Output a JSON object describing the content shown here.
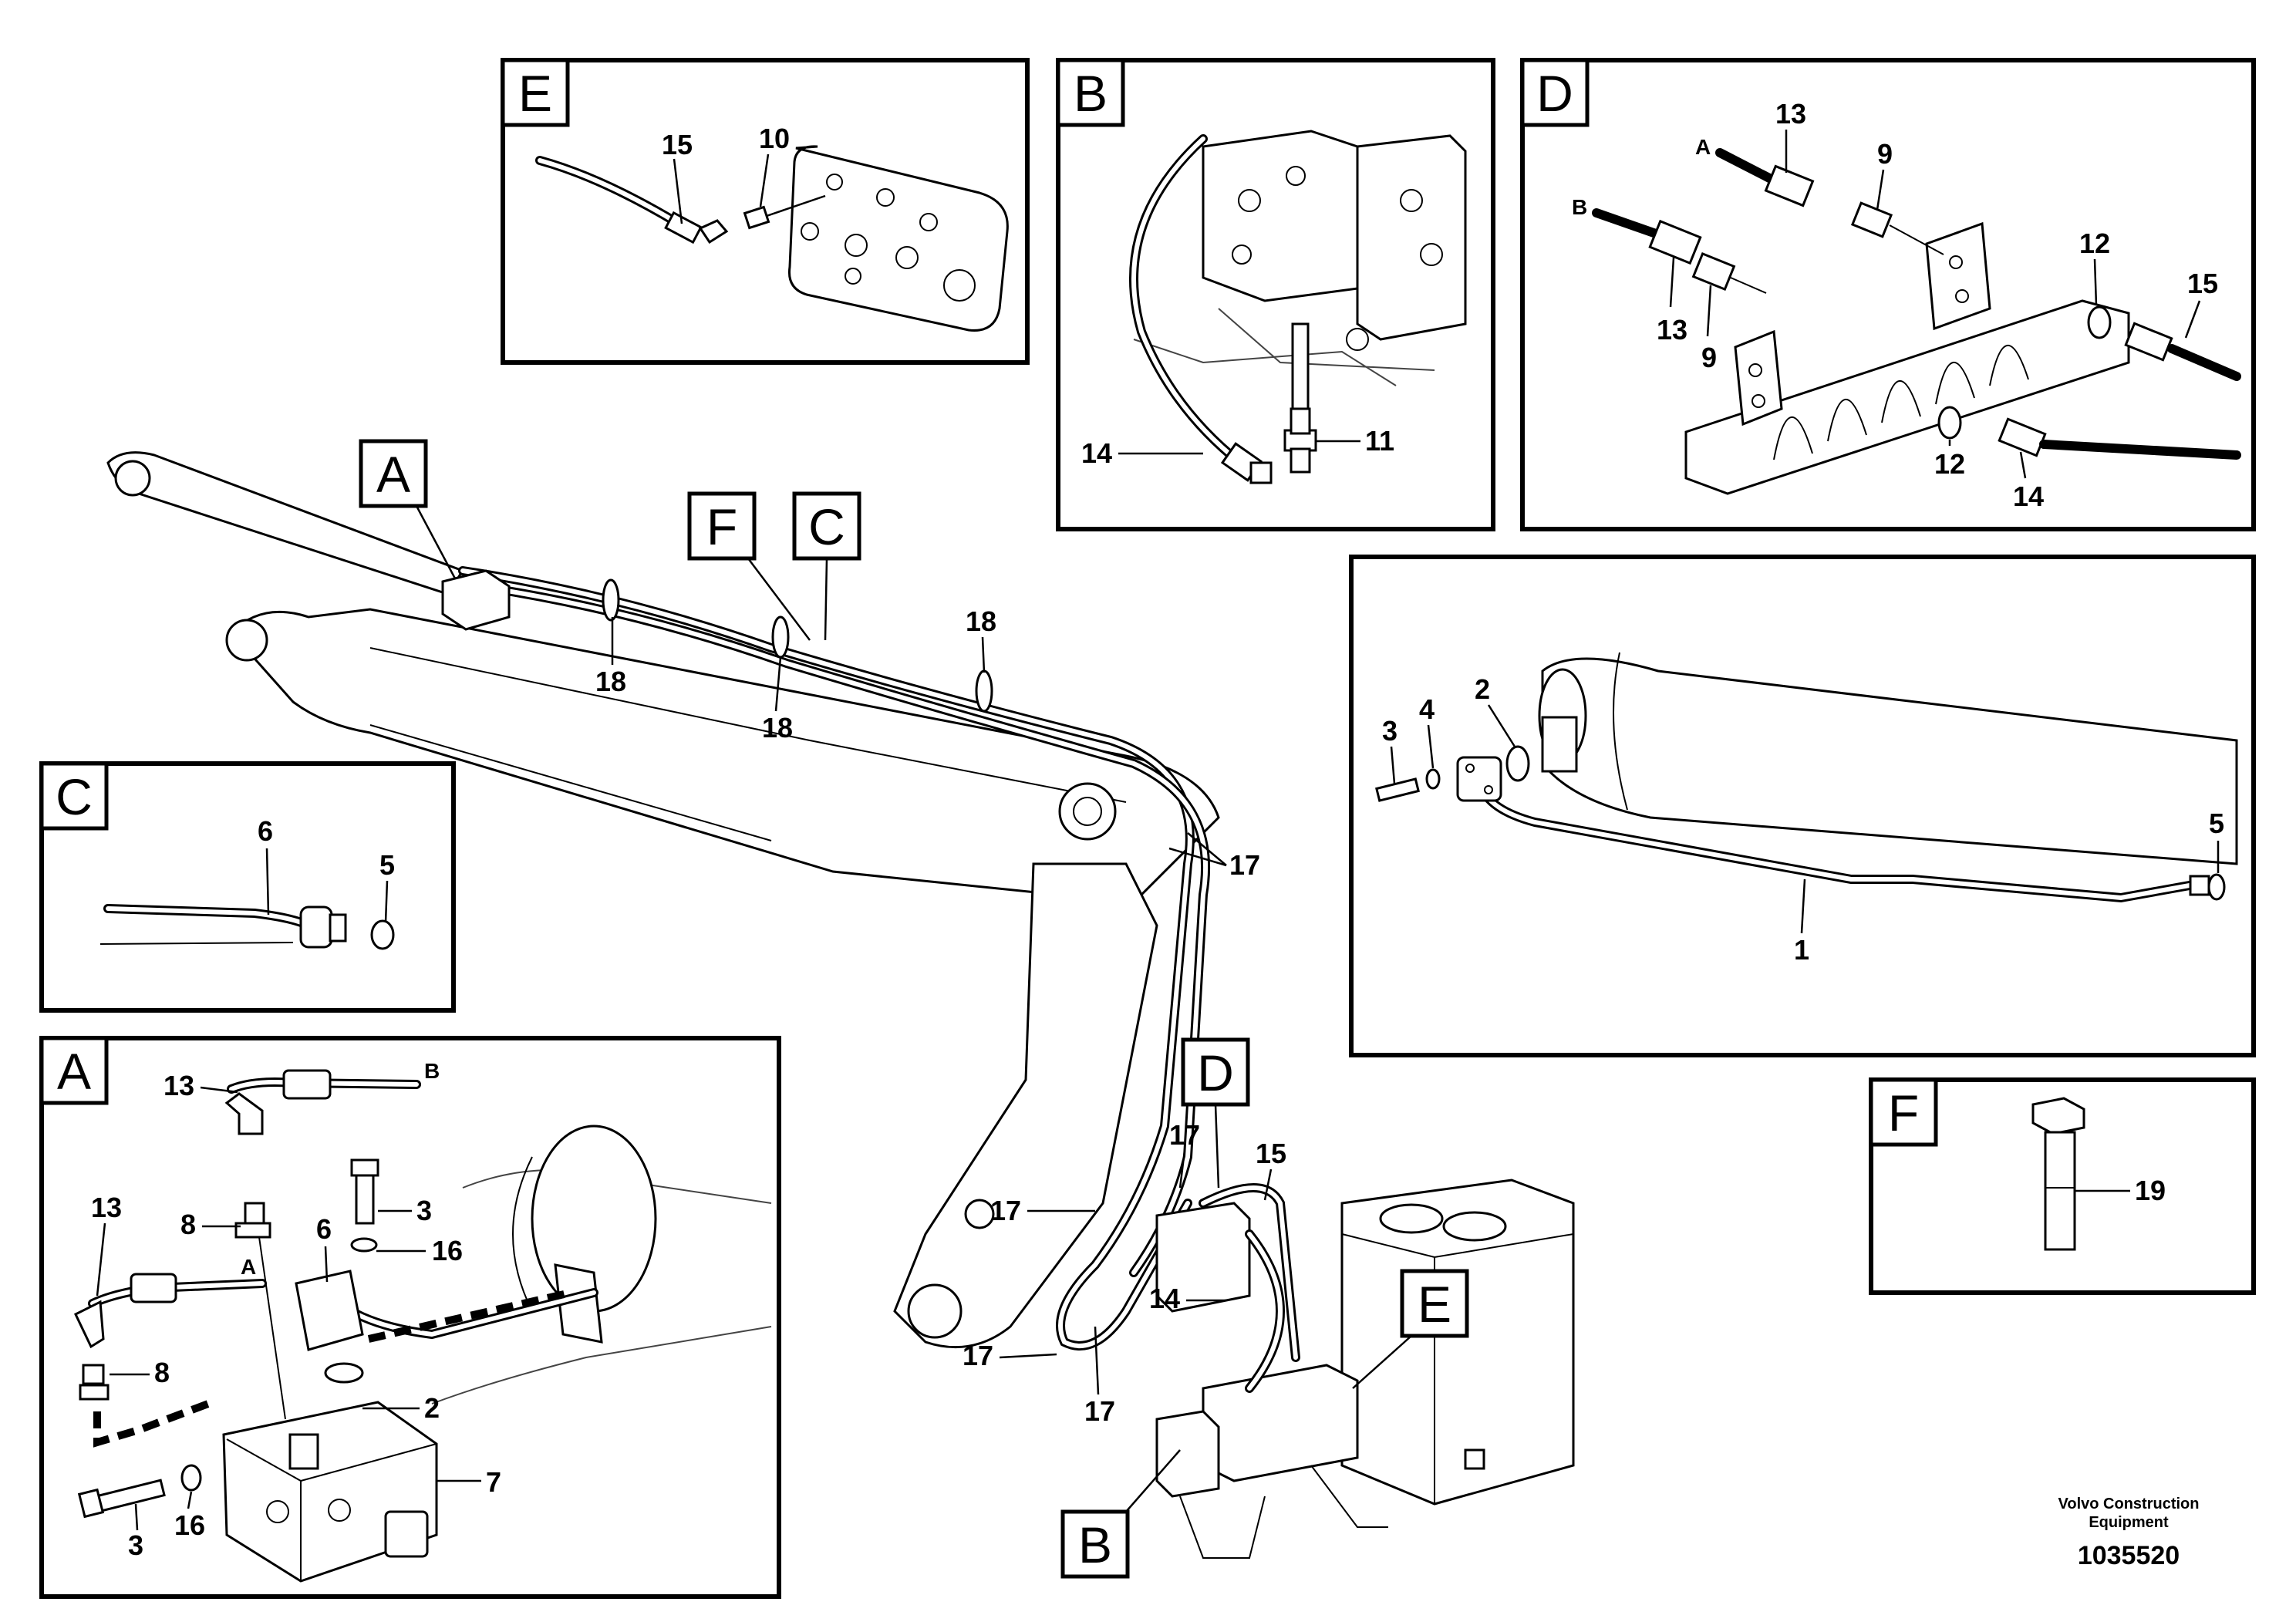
{
  "detail_tags": {
    "E": "E",
    "B": "B",
    "D": "D",
    "C": "C",
    "A": "A",
    "F": "F"
  },
  "main_view": {
    "tags": {
      "A": "A",
      "F": "F",
      "C": "C",
      "D": "D",
      "E": "E",
      "B": "B"
    },
    "callouts": {
      "c18a": "18",
      "c18b": "18",
      "c18c": "18",
      "c17a": "17",
      "c17b": "17",
      "c17c": "17",
      "c17d": "17",
      "c17e": "17",
      "c15": "15",
      "c14": "14"
    }
  },
  "detail_E": {
    "c15": "15",
    "c10": "10"
  },
  "detail_B": {
    "c14": "14",
    "c11": "11"
  },
  "detail_D": {
    "c13a": "13",
    "c9a": "9",
    "c13b": "13",
    "c9b": "9",
    "c12a": "12",
    "c15": "15",
    "c12b": "12",
    "c14": "14",
    "lblA": "A",
    "lblB": "B"
  },
  "detail_right": {
    "c3": "3",
    "c4": "4",
    "c2": "2",
    "c5": "5",
    "c1": "1"
  },
  "detail_C": {
    "c6": "6",
    "c5": "5"
  },
  "detail_A": {
    "c13a": "13",
    "lblB": "B",
    "c8a": "8",
    "c3a": "3",
    "c6": "6",
    "c16a": "16",
    "c13b": "13",
    "lblA": "A",
    "c8b": "8",
    "c2": "2",
    "c7": "7",
    "c3b": "3",
    "c16b": "16"
  },
  "detail_F": {
    "c19": "19"
  },
  "footer": {
    "brand_line1": "Volvo Construction",
    "brand_line2": "Equipment",
    "drawing_number": "1035520"
  }
}
